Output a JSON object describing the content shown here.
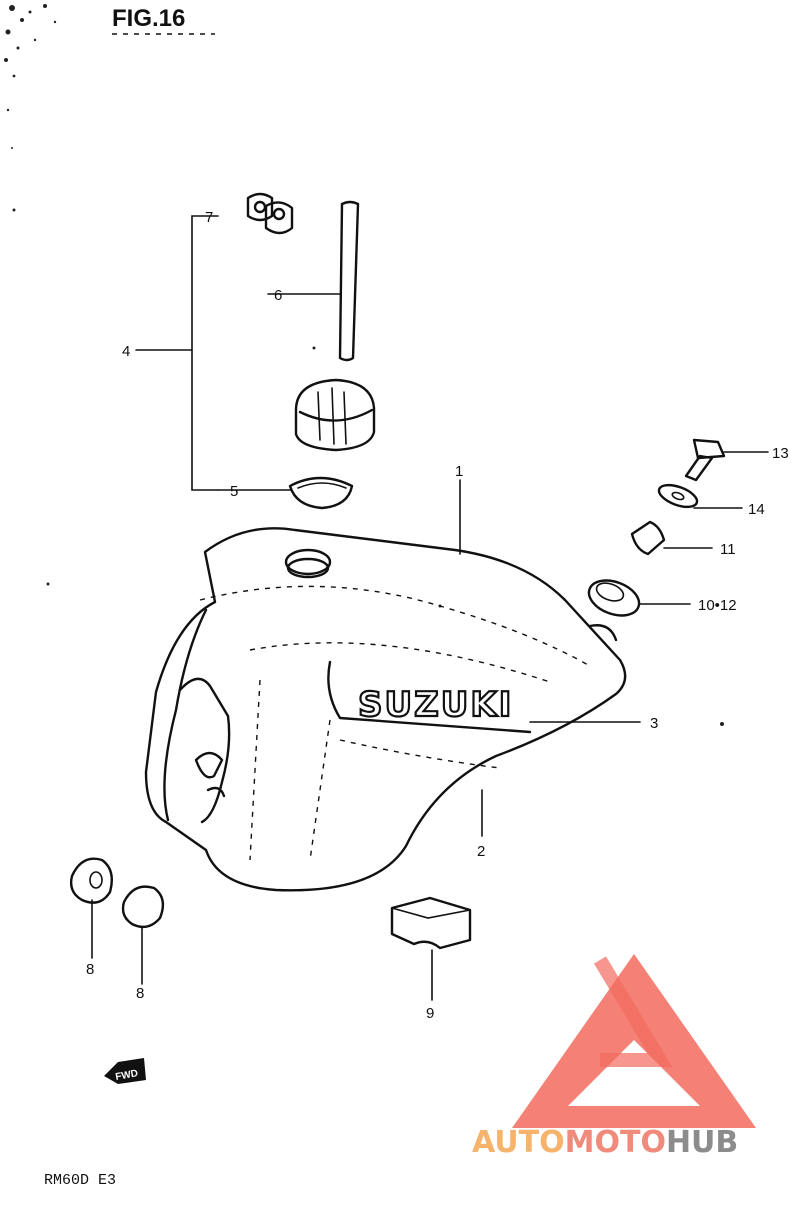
{
  "figure": {
    "title": "FIG.16",
    "model": "RM60D  E3"
  },
  "tank_logo": "SUZUKI",
  "fwd_arrow": "FWD",
  "callouts": {
    "c1": "1",
    "c2": "2",
    "c3": "3",
    "c4": "4",
    "c5": "5",
    "c6": "6",
    "c7": "7",
    "c8a": "8",
    "c8b": "8",
    "c9": "9",
    "c10_12": "10•12",
    "c11": "11",
    "c13": "13",
    "c14": "14"
  },
  "watermark": {
    "part1": "AUTO",
    "part2": "MOTO",
    "part3": "HUB",
    "colors": {
      "auto": "#f5b36b",
      "moto": "#f08a7a",
      "hub": "#8c8c8c",
      "triangle": "#f26a5e"
    }
  }
}
